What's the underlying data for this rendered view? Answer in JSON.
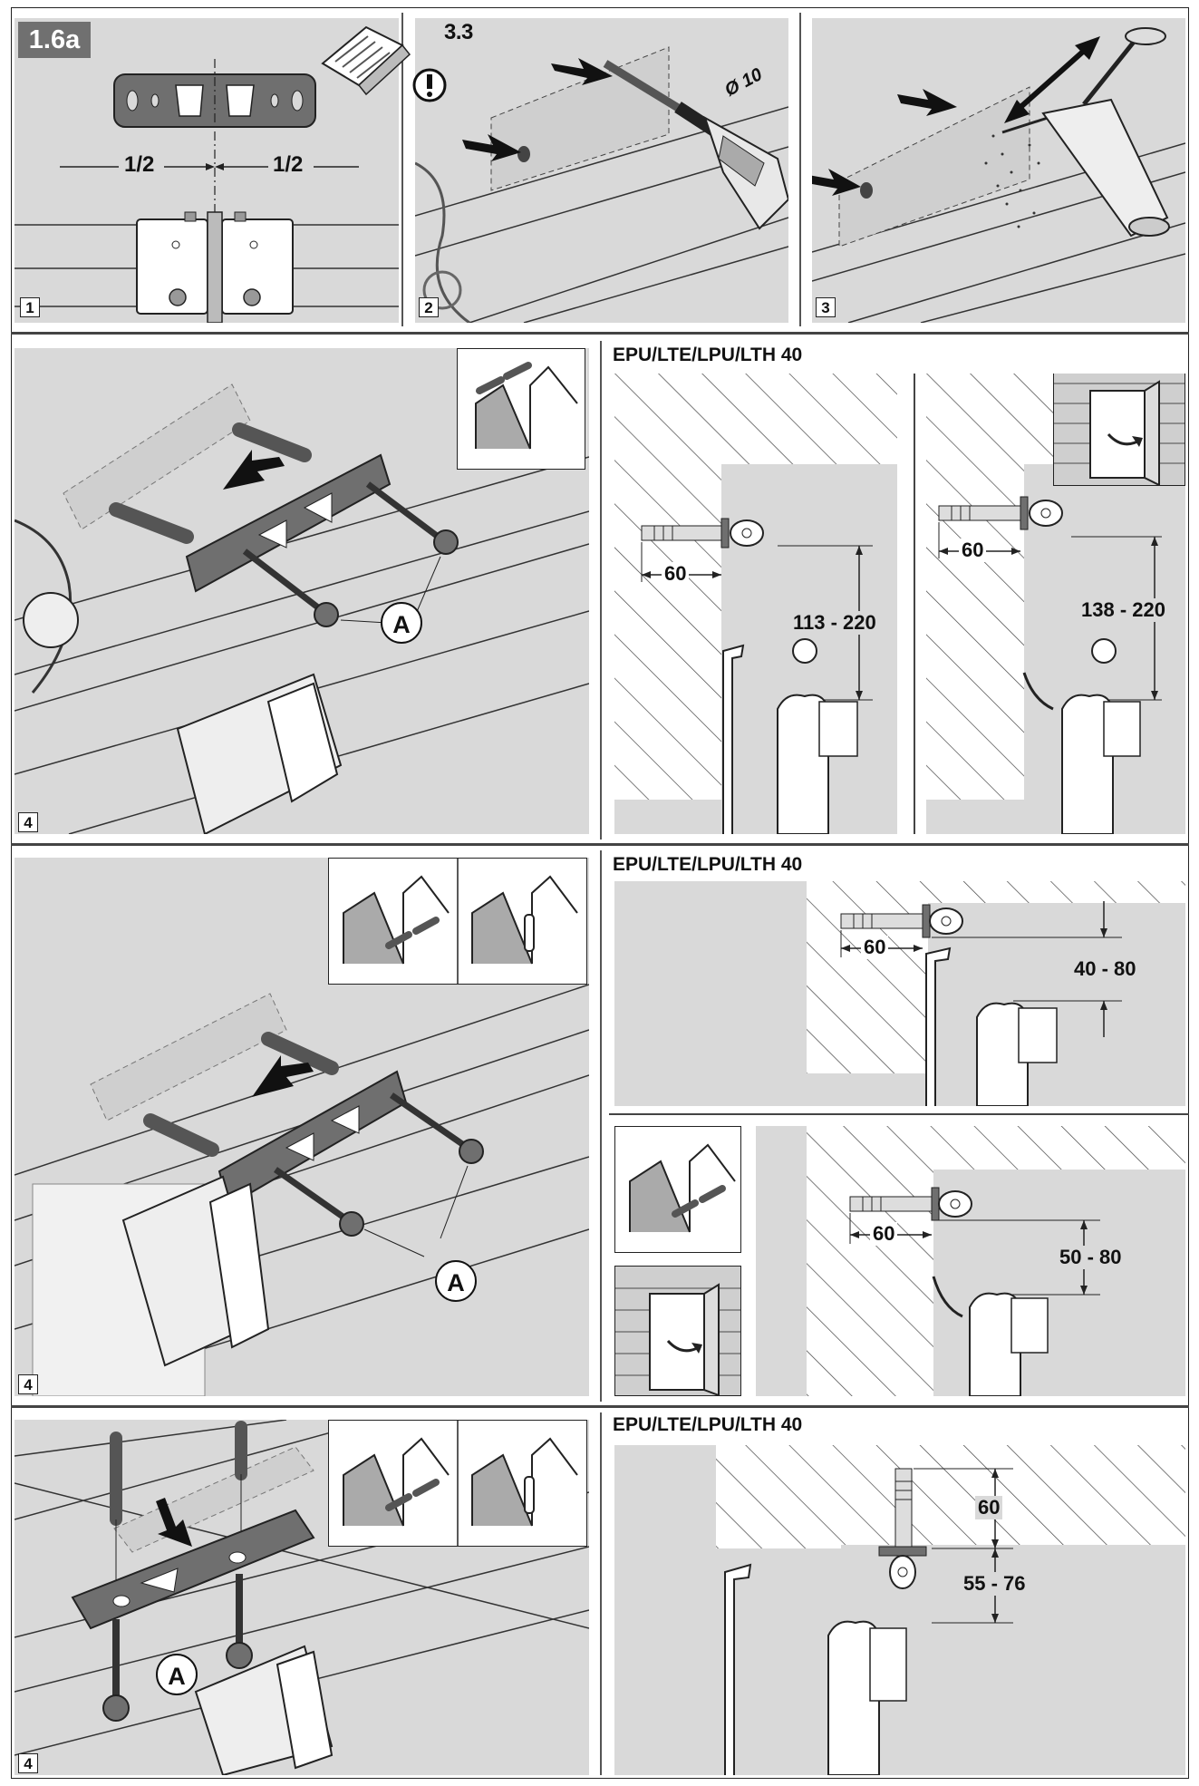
{
  "figure_label": "1.6a",
  "steps": {
    "s1": "1",
    "s2": "2",
    "s3": "3",
    "s4a": "4",
    "s4b": "4",
    "s4c": "4"
  },
  "top_row": {
    "half_left": "1/2",
    "half_right": "1/2",
    "manual_ref": "3.3",
    "drill_diameter": "Ø 10"
  },
  "section_a": {
    "heading": "EPU/LTE/LPU/LTH 40",
    "callout": "A",
    "left_depth": "60",
    "left_height": "113 - 220",
    "right_depth": "60",
    "right_height": "138 - 220"
  },
  "section_b": {
    "heading": "EPU/LTE/LPU/LTH 40",
    "callout": "A",
    "top_depth": "60",
    "top_height": "40 - 80",
    "bottom_depth": "60",
    "bottom_height": "50 - 80"
  },
  "section_c": {
    "heading": "EPU/LTE/LPU/LTH 40",
    "callout": "A",
    "depth": "60",
    "height": "55 - 76"
  },
  "colors": {
    "panel_grey": "#d9d9d9",
    "bracket_grey": "#6f6f6f",
    "line_dark": "#222222"
  }
}
